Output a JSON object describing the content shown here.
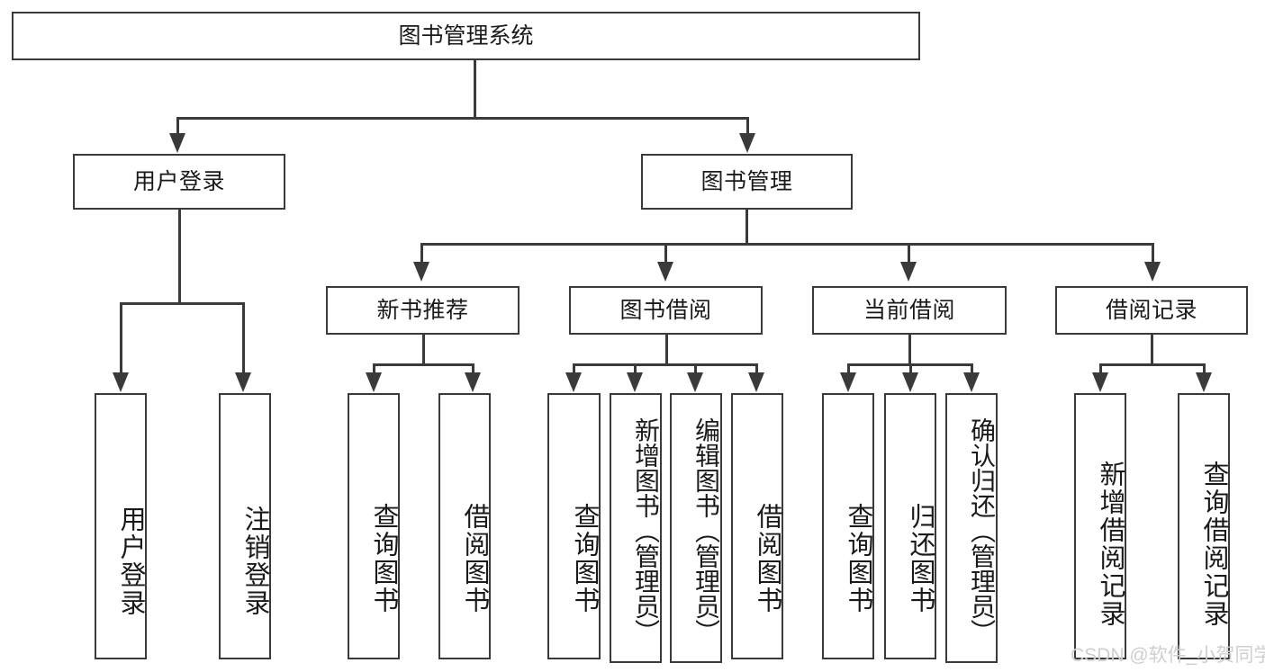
{
  "diagram": {
    "title": "图书管理系统",
    "type": "tree-hierarchy-diagram",
    "level2": [
      {
        "label": "用户登录"
      },
      {
        "label": "图书管理"
      }
    ],
    "level3": [
      {
        "label": "新书推荐"
      },
      {
        "label": "图书借阅"
      },
      {
        "label": "当前借阅"
      },
      {
        "label": "借阅记录"
      }
    ],
    "leaves": {
      "user_login": [
        {
          "label": "用户登录"
        },
        {
          "label": "注销登录"
        }
      ],
      "new_book_recommend": [
        {
          "label": "查询图书"
        },
        {
          "label": "借阅图书"
        }
      ],
      "book_borrow": [
        {
          "label": "查询图书"
        },
        {
          "label": "新增图书（管理员）"
        },
        {
          "label": "编辑图书（管理员）"
        },
        {
          "label": "借阅图书"
        }
      ],
      "current_borrow": [
        {
          "label": "查询图书"
        },
        {
          "label": "归还图书"
        },
        {
          "label": "确认归还（管理员）"
        }
      ],
      "borrow_record": [
        {
          "label": "新增借阅记录"
        },
        {
          "label": "查询借阅记录"
        }
      ]
    }
  },
  "watermark": {
    "text": "CSDN @软件_小贺同学"
  },
  "colors": {
    "stroke": "#3a3a3a",
    "background": "#ffffff",
    "text": "#1a1a1a",
    "watermark": "#cfcfcf"
  }
}
